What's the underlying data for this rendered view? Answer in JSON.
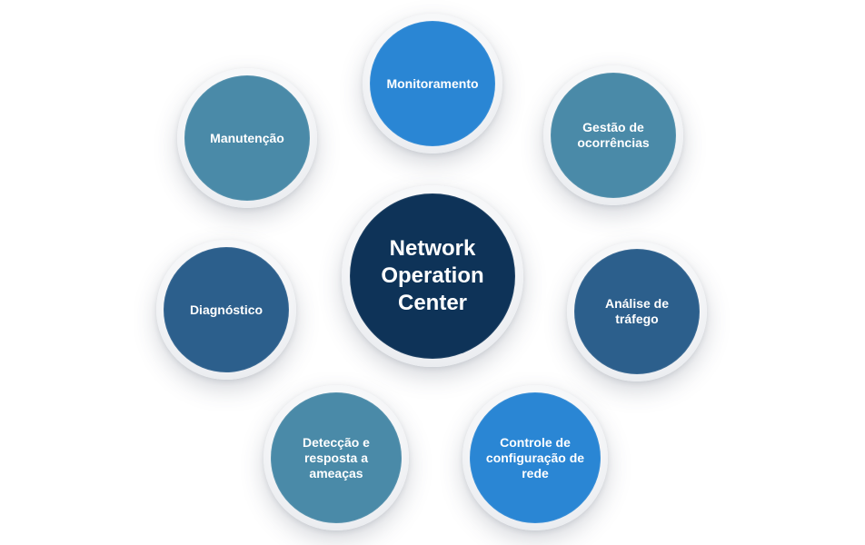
{
  "center": {
    "label": "Network Operation Center",
    "color": "#0e3358"
  },
  "nodes": [
    {
      "label": "Monitoramento",
      "color": "#2a86d4"
    },
    {
      "label": "Gestão de ocorrências",
      "color": "#4a8aa8"
    },
    {
      "label": "Análise de tráfego",
      "color": "#2c5f8c"
    },
    {
      "label": "Controle de configuração de rede",
      "color": "#2a86d4"
    },
    {
      "label": "Detecção e resposta a ameaças",
      "color": "#4a8aa8"
    },
    {
      "label": "Diagnóstico",
      "color": "#2c5f8c"
    },
    {
      "label": "Manutenção",
      "color": "#4a8aa8"
    }
  ]
}
